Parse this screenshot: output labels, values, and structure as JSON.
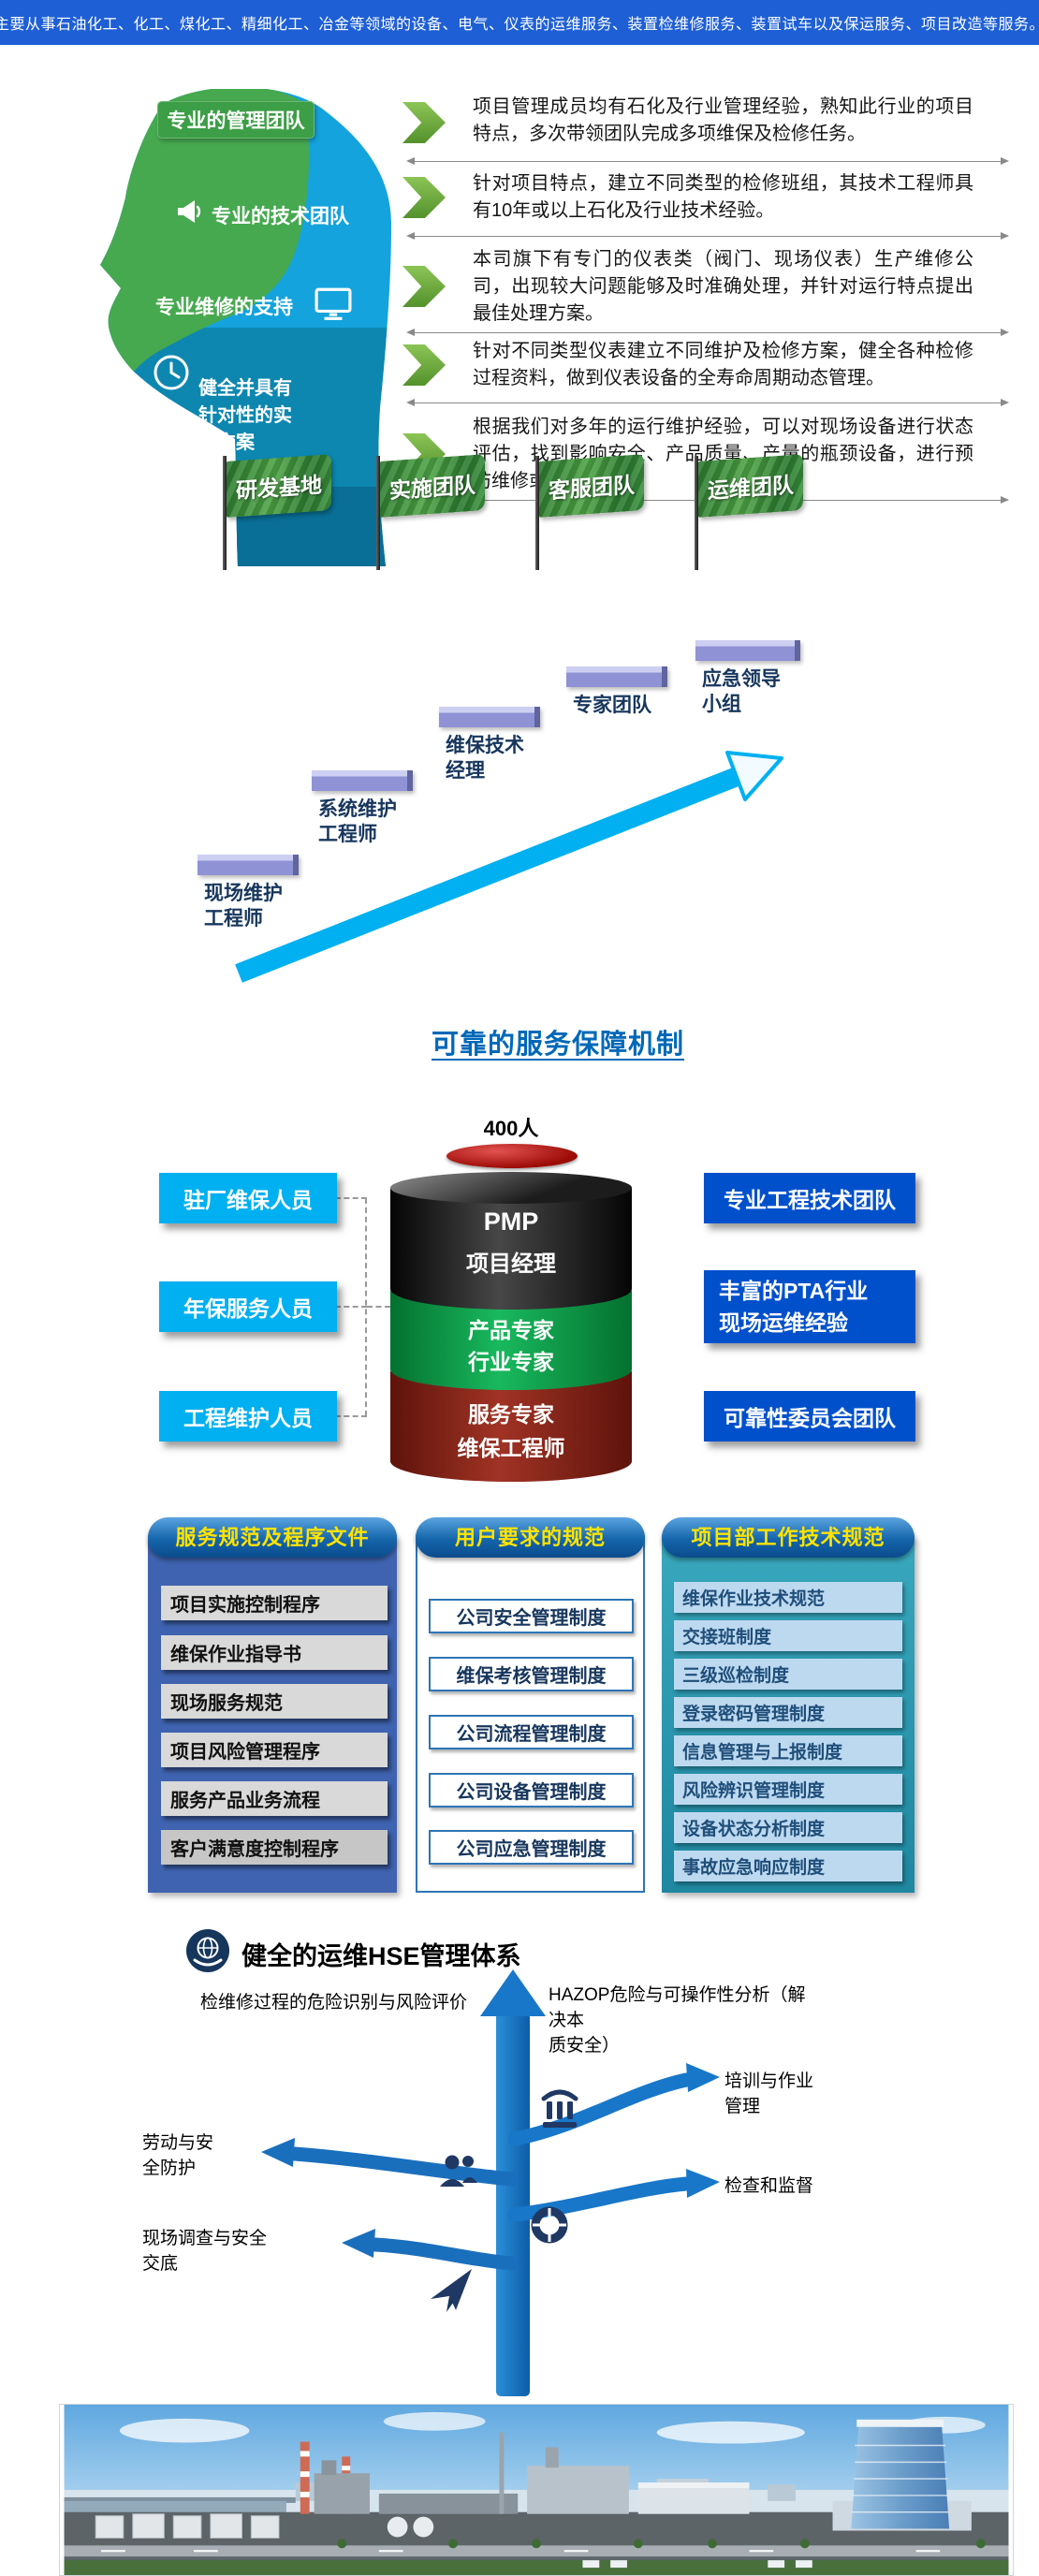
{
  "banner": {
    "text": "主要从事石油化工、化工、煤化工、精细化工、冶金等领域的设备、电气、仪表的运维服务、装置检维修服务、装置试车以及保运服务、项目改造等服务。"
  },
  "team_head": {
    "management": "专业的管理团队",
    "technical": "专业的技术团队",
    "maintenance": "专业维修的支持",
    "plan": "健全并具有\n针对性的实\n施方案"
  },
  "advantages": [
    "项目管理成员均有石化及行业管理经验，熟知此行业的项目特点，多次带领团队完成多项维保及检修任务。",
    "针对项目特点，建立不同类型的检修班组，其技术工程师具有10年或以上石化及行业技术经验。",
    "本司旗下有专门的仪表类（阀门、现场仪表）生产维修公司，出现较大问题能够及时准确处理，并针对运行特点提出最佳处理方案。",
    "针对不同类型仪表建立不同维护及检修方案，健全各种检修过程资料，做到仪表设备的全寿命周期动态管理。",
    "根据我们对多年的运行维护经验，可以对现场设备进行状态评估，找到影响安全、产品质量、产量的瓶颈设备，进行预防维修或技改技革。"
  ],
  "flags": [
    "研发基地",
    "实施团队",
    "客服团队",
    "运维团队"
  ],
  "escalation": {
    "steps": [
      "现场维护\n工程师",
      "系统维护\n工程师",
      "维保技术\n经理",
      "专家团队",
      "应急领导\n小组"
    ]
  },
  "section_title": "可靠的服务保障机制",
  "org": {
    "headcount": "400人",
    "cylinder": [
      {
        "line1": "PMP",
        "line2": "项目经理"
      },
      {
        "line1": "产品专家",
        "line2": "行业专家"
      },
      {
        "line1": "服务专家",
        "line2": "维保工程师"
      }
    ],
    "left_boxes": [
      "驻厂维保人员",
      "年保服务人员",
      "工程维护人员"
    ],
    "right_boxes": [
      "专业工程技术团队",
      "丰富的PTA行业\n现场运维经验",
      "可靠性委员会团队"
    ]
  },
  "columns": [
    {
      "header": "服务规范及程序文件",
      "items": [
        "项目实施控制程序",
        "维保作业指导书",
        "现场服务规范",
        "项目风险管理程序",
        "服务产品业务流程",
        "客户满意度控制程序"
      ]
    },
    {
      "header": "用户要求的规范",
      "items": [
        "公司安全管理制度",
        "维保考核管理制度",
        "公司流程管理制度",
        "公司设备管理制度",
        "公司应急管理制度"
      ]
    },
    {
      "header": "项目部工作技术规范",
      "items": [
        "维保作业技术规范",
        "交接班制度",
        "三级巡检制度",
        "登录密码管理制度",
        "信息管理与上报制度",
        "风险辨识管理制度",
        "设备状态分析制度",
        "事故应急响应制度"
      ]
    }
  ],
  "hse": {
    "title": "健全的运维HSE管理体系",
    "top_left": "检维修过程的危险识别与风险评价",
    "top_right": "HAZOP危险与可操作性分析（解决本\n质安全）",
    "right_1": "培训与作业\n管理",
    "right_2": "检查和监督",
    "left_1": "劳动与安\n全防护",
    "left_2": "现场调查与安全\n交底"
  },
  "colors": {
    "banner_blue": "#1E5FD6",
    "chevron_green": "#6FAE3E",
    "head_green": "#46A94F",
    "head_blue": "#14A3DD",
    "cyan_box": "#00B0F0",
    "royal_blue_box": "#0050CC",
    "title_blue": "#0068B8",
    "pill_yellow": "#FFE300",
    "col1_panel_blue": "#3F63B0",
    "col3_panel_teal": "#2D9CB4",
    "flag_green": "#3F9B42",
    "step_purple": "#9295D8",
    "cylinder_green": "#0EA552",
    "cylinder_red": "#7A190F",
    "hse_blue": "#1877C9"
  },
  "icons": {
    "megaphone": "megaphone-icon",
    "monitor": "monitor-icon",
    "clock": "clock-icon",
    "globe": "globe-icon",
    "library": "library-columns-icon",
    "team": "team-icon",
    "lifebuoy": "lifebuoy-icon",
    "paper_plane": "paper-plane-icon",
    "chevron": "chevron-right-icon"
  }
}
